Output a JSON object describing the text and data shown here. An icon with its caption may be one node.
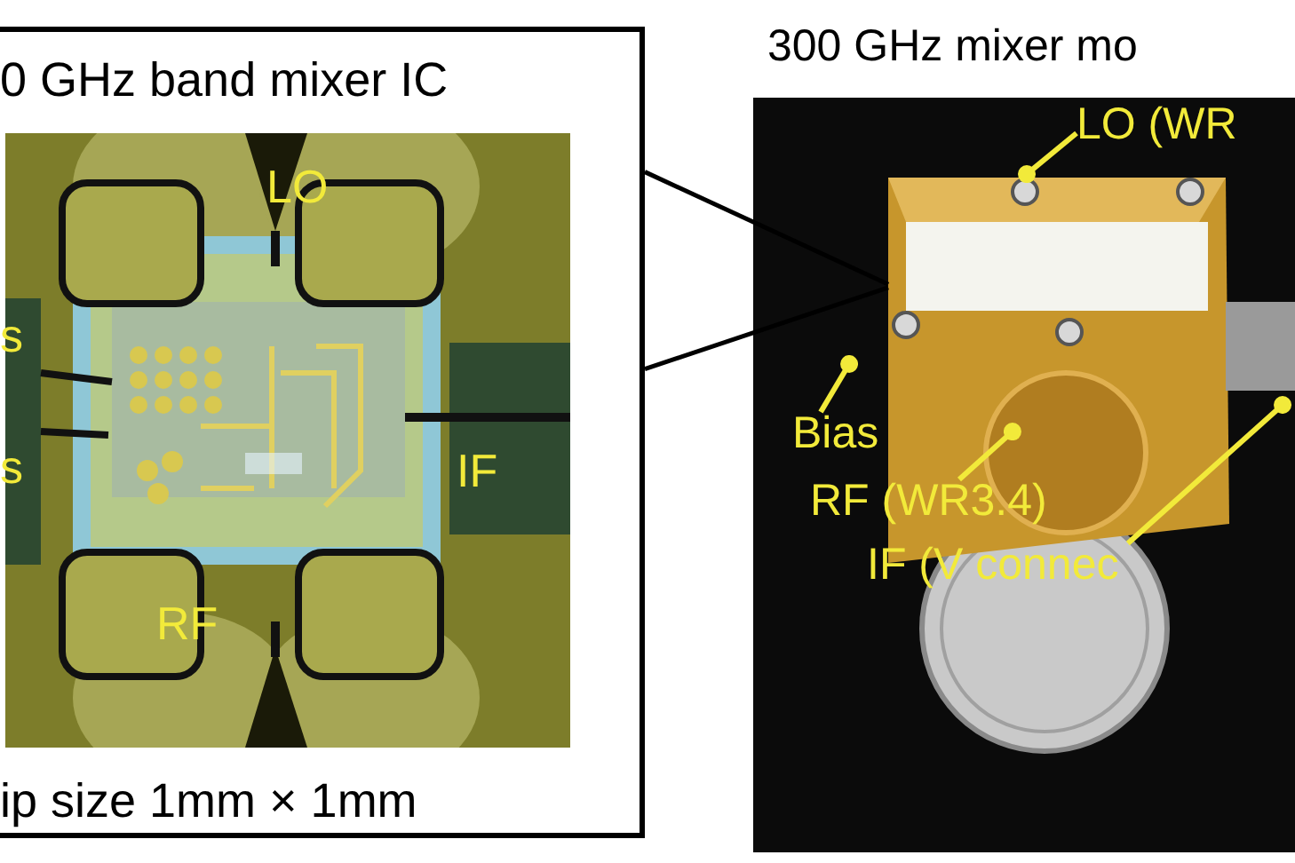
{
  "diagram": {
    "nodes": [
      {
        "text": [
          "0 GHz band mixer IC",
          "ip size 1mm × 1mm"
        ]
      },
      {
        "text": [],
        "shape": "picture",
        "in": 0
      },
      {
        "text": [],
        "shape": "picture"
      },
      {
        "text": [],
        "shape": "picture",
        "in": 2
      },
      {
        "text": [
          "LO (WR"
        ],
        "in": 2
      },
      {
        "text": [
          "Bias"
        ],
        "in": 2
      },
      {
        "text": [
          "RF (WR3.4)"
        ],
        "in": 2
      },
      {
        "text": [
          "IF (V connec"
        ],
        "in": 2
      }
    ],
    "edges": [
      {
        "from": 0,
        "to": 3,
        "arrow": "none",
        "color": "#000000"
      },
      {
        "from": 0,
        "to": 3,
        "arrow": "none",
        "color": "#000000"
      },
      {
        "from": 4,
        "to": 3,
        "arrow": "other"
      },
      {
        "from": 5,
        "to": 3,
        "arrow": "other"
      },
      {
        "from": 6,
        "to": 3,
        "arrow": "other"
      },
      {
        "from": 7,
        "to": 3,
        "arrow": "other"
      }
    ],
    "labels": [
      "300 GHz mixer mo",
      "LO",
      "s",
      "s",
      "IF",
      "RF"
    ]
  }
}
